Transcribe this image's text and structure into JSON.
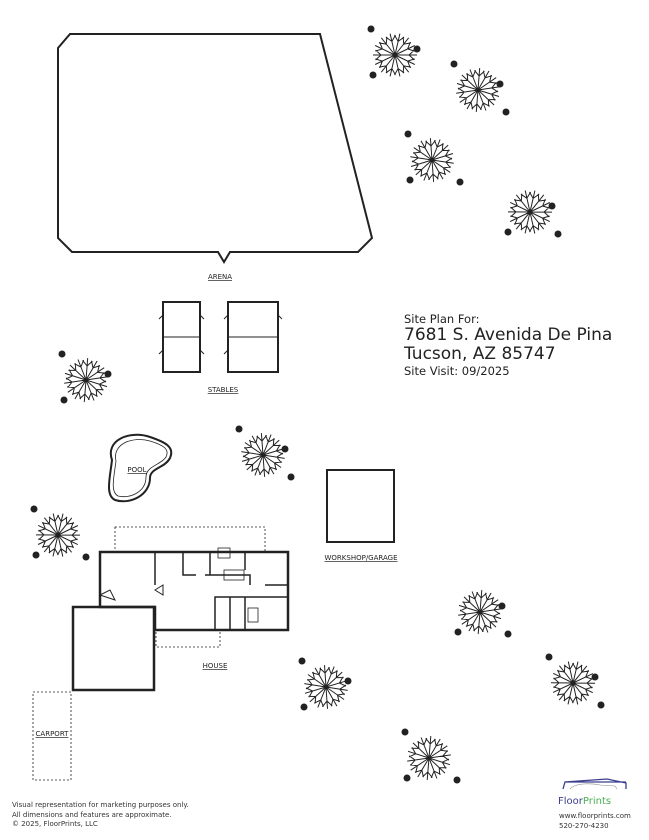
{
  "title_block": {
    "heading": "Site Plan For:",
    "address_line1": "7681 S. Avenida De Pina",
    "address_line2": "Tucson, AZ  85747",
    "site_visit": "Site Visit:  09/2025"
  },
  "labels": {
    "arena": "ARENA",
    "stables": "STABLES",
    "pool": "POOL",
    "workshop": "WORKSHOP/GARAGE",
    "house": "HOUSE",
    "carport": "CARPORT"
  },
  "footer": {
    "line1": "Visual representation for marketing purposes only.",
    "line2": "All dimensions and features are approximate.",
    "line3": "© 2025, FloorPrints, LLC"
  },
  "brand": {
    "name_part1": "Floor",
    "name_part2": "Prints",
    "website": "www.floorprints.com",
    "phone": "520-270-4230",
    "color_primary": "#3b3f8f",
    "color_accent": "#4caf50"
  },
  "trees": [
    "tree-1",
    "tree-2",
    "tree-3",
    "tree-4",
    "tree-5",
    "tree-6",
    "tree-7",
    "tree-8",
    "tree-9",
    "tree-10",
    "tree-11"
  ]
}
